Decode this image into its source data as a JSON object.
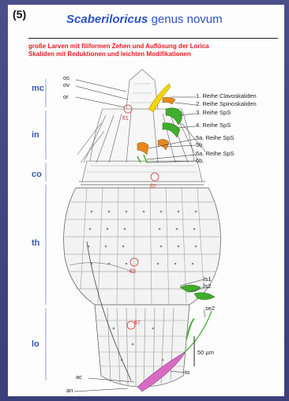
{
  "figure_number": "(5)",
  "title": {
    "genus": "Scaberiloricus",
    "rest": "genus novum"
  },
  "subtitle_line1": "große Larven mit filiformen Zehen und Auflösung der Lorica",
  "subtitle_line2": "Skaliden mit Reduktionen und leichten Modifikationen",
  "regions": {
    "mc": "mc",
    "in": "in",
    "co": "co",
    "th": "th",
    "lo": "lo"
  },
  "left_labels": {
    "os": "os",
    "ov": "ov",
    "or": "or",
    "ac": "ac",
    "an": "an"
  },
  "right_labels": {
    "r1": "1. Reihe Clavoskaliden",
    "r2": "2. Reihe Spinoskaliden",
    "r3": "3. Reihe SpS",
    "r4": "4. Reihe SpS",
    "r5a": "5a. Reihe SpS",
    "r5b": "5b.",
    "r6a": "6a. Reihe SpS",
    "r6b": "6b.",
    "ls1": "ls1",
    "ls2": "ls2",
    "se2": "se2",
    "to": "to"
  },
  "inner_labels": {
    "fl1": "fl1",
    "fl2": "fl2",
    "fl3": "fl3",
    "fl7": "fl7"
  },
  "scale_bar": "50 µm",
  "colors": {
    "clavoscalid": "#f2d600",
    "spinoscalid": "#e8871e",
    "sps": "#3fae2a",
    "toe": "#d86bc4",
    "region_label": "#3a56b0",
    "title": "#2d52c9",
    "subtitle": "#e31b23"
  }
}
